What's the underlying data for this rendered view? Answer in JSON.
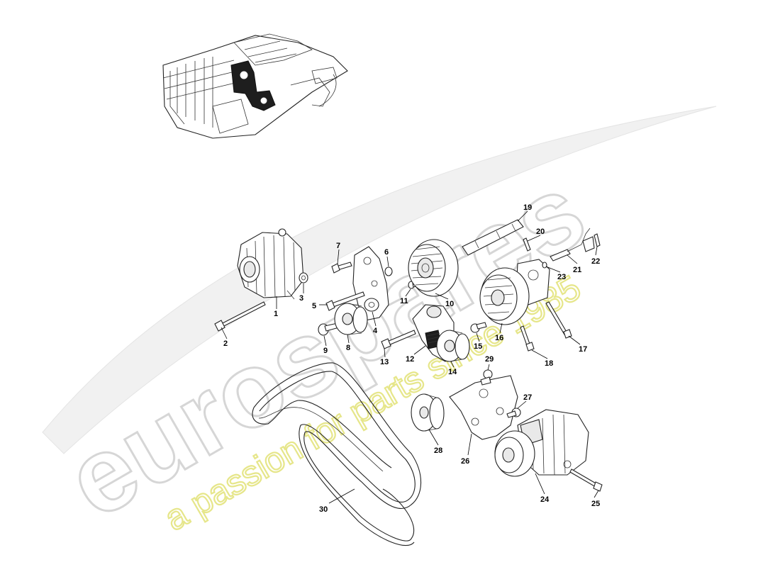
{
  "watermark": {
    "brand": "eurospares",
    "tagline": "a passion for parts since 1985",
    "brand_color": "#d6d6d6",
    "tagline_color": "#e6e68a"
  },
  "callouts": [
    {
      "id": "c1",
      "label": "1"
    },
    {
      "id": "c2",
      "label": "2"
    },
    {
      "id": "c3",
      "label": "3"
    },
    {
      "id": "c4",
      "label": "4"
    },
    {
      "id": "c5",
      "label": "5"
    },
    {
      "id": "c6",
      "label": "6"
    },
    {
      "id": "c7",
      "label": "7"
    },
    {
      "id": "c8",
      "label": "8"
    },
    {
      "id": "c9",
      "label": "9"
    },
    {
      "id": "c10",
      "label": "10"
    },
    {
      "id": "c11",
      "label": "11"
    },
    {
      "id": "c12",
      "label": "12"
    },
    {
      "id": "c13",
      "label": "13"
    },
    {
      "id": "c14",
      "label": "14"
    },
    {
      "id": "c15",
      "label": "15"
    },
    {
      "id": "c16",
      "label": "16"
    },
    {
      "id": "c17",
      "label": "17"
    },
    {
      "id": "c18",
      "label": "18"
    },
    {
      "id": "c19",
      "label": "19"
    },
    {
      "id": "c20",
      "label": "20"
    },
    {
      "id": "c21",
      "label": "21"
    },
    {
      "id": "c22",
      "label": "22"
    },
    {
      "id": "c23",
      "label": "23"
    },
    {
      "id": "c24",
      "label": "24"
    },
    {
      "id": "c25",
      "label": "25"
    },
    {
      "id": "c26",
      "label": "26"
    },
    {
      "id": "c27",
      "label": "27"
    },
    {
      "id": "c28",
      "label": "28"
    },
    {
      "id": "c29",
      "label": "29"
    },
    {
      "id": "c30",
      "label": "30"
    }
  ]
}
